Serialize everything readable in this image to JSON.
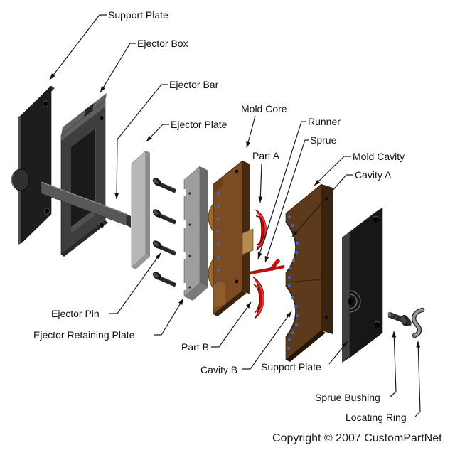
{
  "page": {
    "background_color": "#ffffff"
  },
  "labels": {
    "support_plate_top": "Support Plate",
    "ejector_box": "Ejector Box",
    "ejector_bar": "Ejector Bar",
    "ejector_plate": "Ejector Plate",
    "mold_core": "Mold Core",
    "runner": "Runner",
    "sprue": "Sprue",
    "part_a": "Part A",
    "mold_cavity": "Mold Cavity",
    "cavity_a": "Cavity A",
    "ejector_pin": "Ejector Pin",
    "ejector_retaining_plate": "Ejector Retaining Plate",
    "part_b": "Part B",
    "cavity_b": "Cavity B",
    "support_plate_bottom": "Support Plate",
    "sprue_bushing": "Sprue Bushing",
    "locating_ring": "Locating Ring"
  },
  "footer": {
    "copyright": "Copyright © 2007 CustomPartNet"
  },
  "colors": {
    "label_text": "#111111",
    "leader_line": "#1c1c1c",
    "plate_black": "#1d1d1d",
    "ejector_box_gray": "#3e3e3e",
    "ejector_bar_gray": "#585858",
    "ejector_plate_light_gray": "#b7b7b7",
    "retaining_plate_gray": "#9e9e9e",
    "mold_core_brown": "#7c4b22",
    "mold_cavity_brown": "#5c3a1b",
    "molded_part_red": "#cb0e0e",
    "cooling_dot_blue": "#2e6de0",
    "background": "#ffffff"
  }
}
